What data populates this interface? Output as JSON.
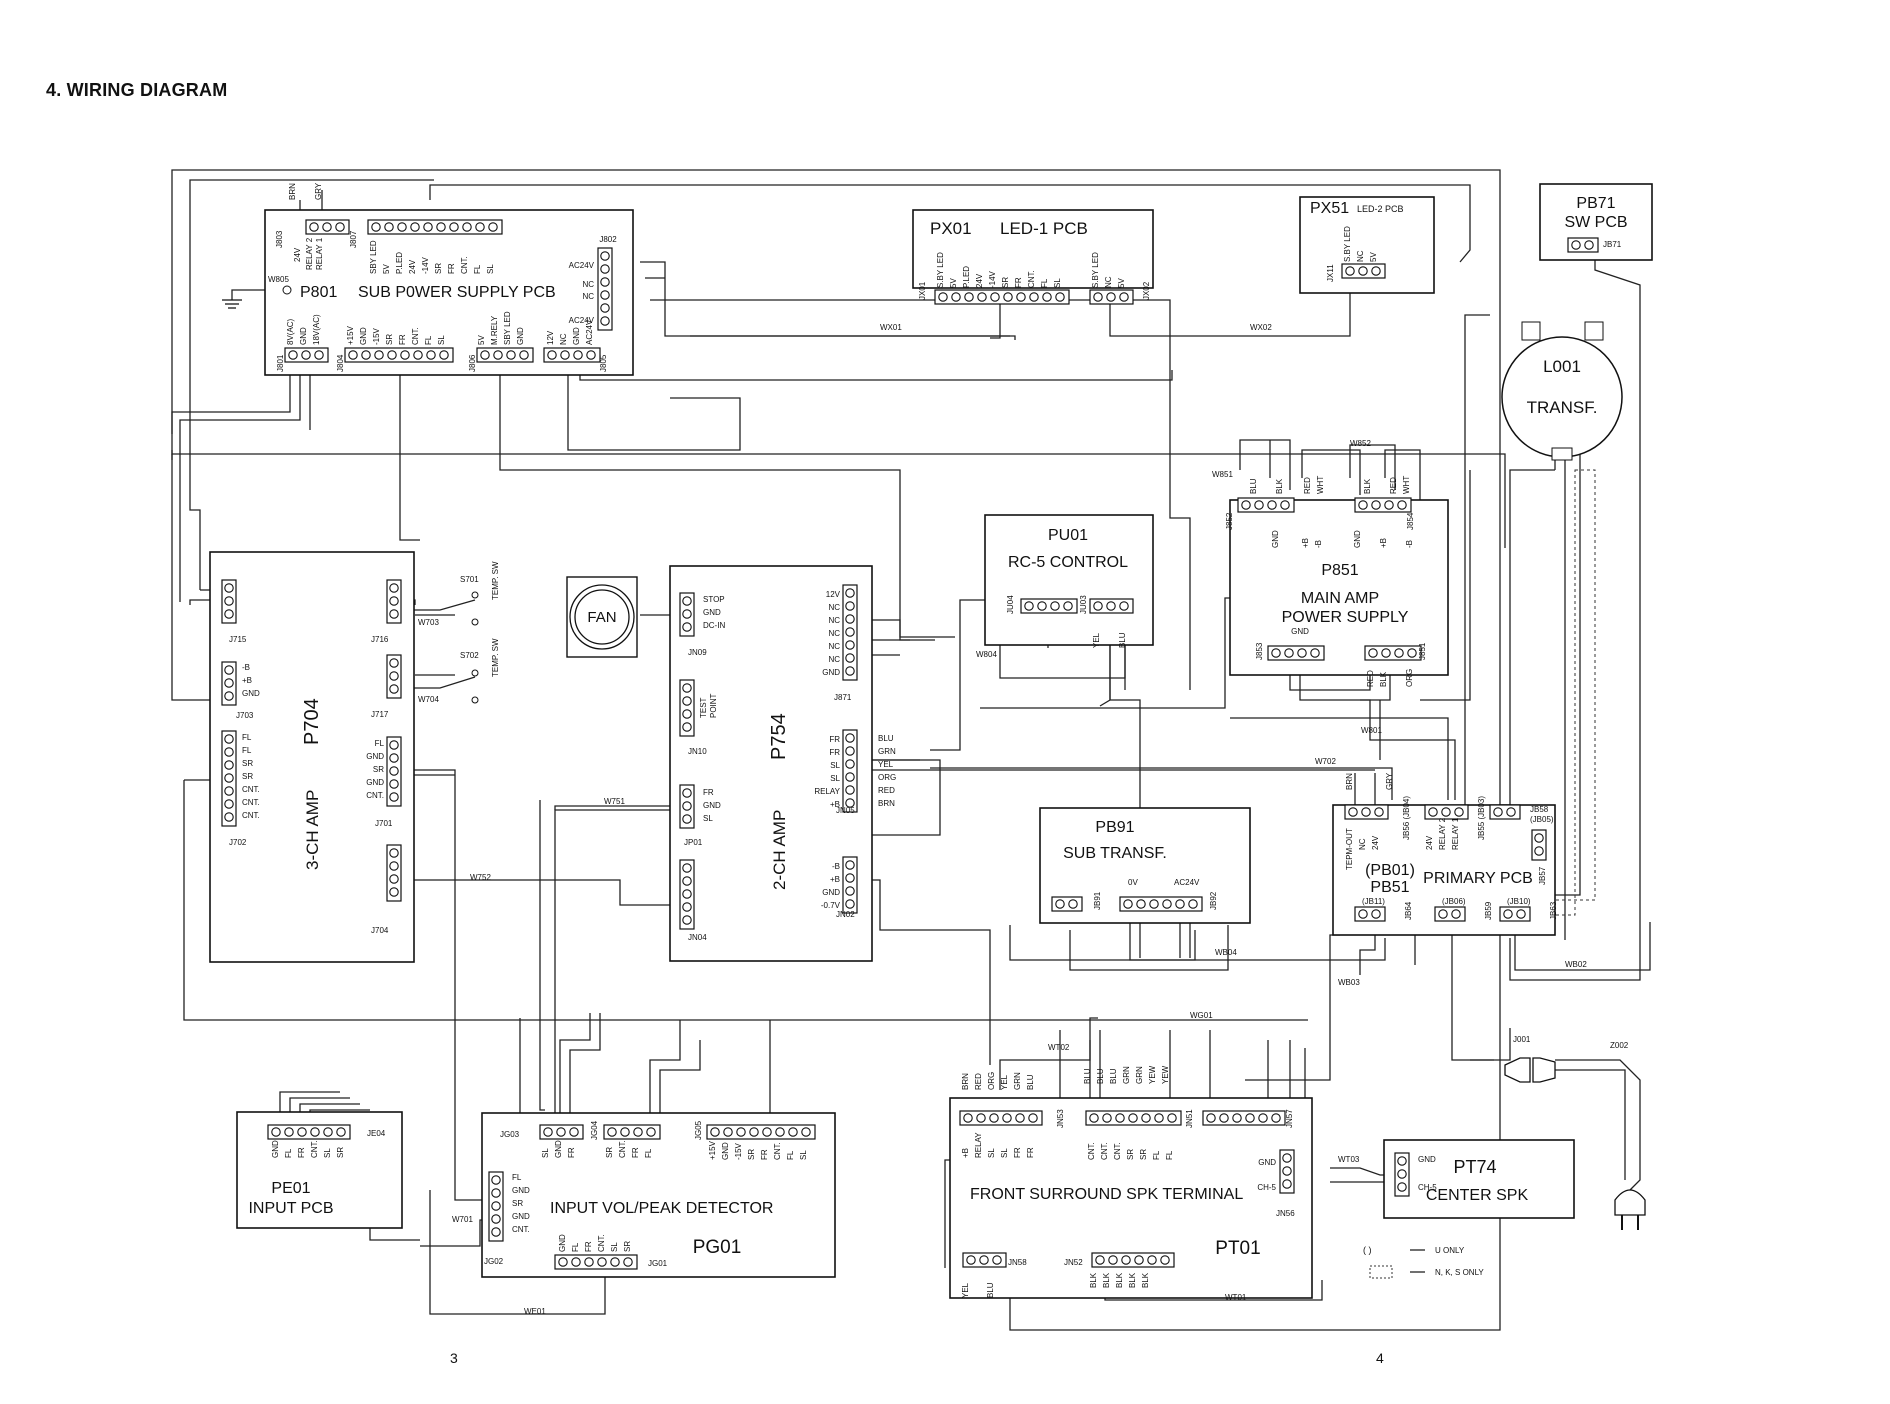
{
  "page": {
    "title": "4. WIRING DIAGRAM",
    "page_left": "3",
    "page_right": "4"
  },
  "boards": [
    {
      "id": "P801",
      "l1": "P801",
      "l2": "SUB P0WER SUPPLY PCB",
      "fs": 16
    },
    {
      "id": "PX01",
      "l1": "PX01",
      "l2": "LED-1  PCB",
      "fs": 17
    },
    {
      "id": "PX51",
      "l1": "PX51",
      "l2": "LED-2 PCB",
      "fs": 15
    },
    {
      "id": "PB71",
      "l1": "PB71",
      "l2": "SW PCB",
      "fs": 16
    },
    {
      "id": "L001",
      "l1": "L001",
      "l2": "TRANSF.",
      "fs": 17
    },
    {
      "id": "PU01",
      "l1": "PU01",
      "l2": "RC-5  CONTROL",
      "fs": 16
    },
    {
      "id": "P851",
      "l1": "P851",
      "l2": "MAIN  AMP",
      "l3": "POWER SUPPLY",
      "fs": 16
    },
    {
      "id": "P704",
      "l1": "P704",
      "l2": "3-CH   AMP",
      "fs": 18
    },
    {
      "id": "P754",
      "l1": "P754",
      "l2": "2-CH   AMP",
      "fs": 18
    },
    {
      "id": "PB91",
      "l1": "PB91",
      "l2": "SUB  TRANSF.",
      "fs": 16
    },
    {
      "id": "PB51",
      "l1": "(PB01)",
      "l2": "PB51",
      "l3": "PRIMARY PCB",
      "fs": 16
    },
    {
      "id": "PE01",
      "l1": "PE01",
      "l2": "INPUT   PCB",
      "fs": 16
    },
    {
      "id": "PG01",
      "l1": "INPUT    VOL/PEAK    DETECTOR",
      "l2": "PG01",
      "fs": 16
    },
    {
      "id": "PT01",
      "l1": "FRONT SURROUND   SPK TERMINAL",
      "l2": "PT01",
      "fs": 16
    },
    {
      "id": "PT74",
      "l1": "PT74",
      "l2": "CENTER   SPK",
      "fs": 17
    },
    {
      "id": "FAN",
      "l1": "FAN",
      "fs": 16
    }
  ],
  "connectors": [
    {
      "id": "J803",
      "pins": [
        "BRN",
        "24V",
        "RELAY 2",
        "RELAY 1",
        "GRY"
      ]
    },
    {
      "id": "J807",
      "pins": [
        "SBY LED",
        "5V",
        "P.LED",
        "24V",
        "-14V",
        "SR",
        "FR",
        "CNT.",
        "FL",
        "SL"
      ]
    },
    {
      "id": "J802",
      "pins": [
        "AC24V",
        "NC",
        "NC",
        "AC24V"
      ]
    },
    {
      "id": "J801",
      "pins": [
        "8V(AC)",
        "GND",
        "18V(AC)"
      ]
    },
    {
      "id": "J804",
      "pins": [
        "+15V",
        "GND",
        "-15V",
        "SR",
        "FR",
        "CNT.",
        "FL",
        "SL"
      ]
    },
    {
      "id": "J806",
      "pins": [
        "5V",
        "M.RELY",
        "SBY LED",
        "GND"
      ]
    },
    {
      "id": "J805",
      "pins": [
        "12V",
        "NC",
        "GND",
        "AC24V"
      ]
    },
    {
      "id": "W805",
      "pins": []
    },
    {
      "id": "JX01",
      "pins": [
        "S.BY LED",
        "5V",
        "P.LED",
        "24V",
        "-14V",
        "SR",
        "FR",
        "CNT.",
        "FL",
        "SL"
      ]
    },
    {
      "id": "JX02",
      "pins": [
        "S.BY LED",
        "NC",
        "5V"
      ]
    },
    {
      "id": "JX11",
      "pins": [
        "S.BY LED",
        "NC",
        "5V"
      ]
    },
    {
      "id": "JB71",
      "pins": []
    },
    {
      "id": "JU04",
      "pins": []
    },
    {
      "id": "JU03",
      "pins": [
        "YEL",
        "BLU"
      ]
    },
    {
      "id": "J852",
      "pins": [
        "BLU",
        "BLK",
        "RED",
        "WHT",
        "GND",
        "+B",
        "-B"
      ]
    },
    {
      "id": "J854",
      "pins": [
        "BLK",
        "RED",
        "WHT",
        "GND",
        "+B",
        "-B"
      ]
    },
    {
      "id": "J853",
      "pins": [
        "GND"
      ]
    },
    {
      "id": "J851",
      "pins": [
        "RED",
        "BLK",
        "ORG"
      ]
    },
    {
      "id": "J715",
      "pins": []
    },
    {
      "id": "J716",
      "pins": []
    },
    {
      "id": "J717",
      "pins": []
    },
    {
      "id": "J703",
      "pins": [
        "-B",
        "+B",
        "GND"
      ]
    },
    {
      "id": "J702",
      "pins": [
        "FL",
        "FL",
        "SR",
        "SR",
        "CNT.",
        "CNT.",
        "CNT."
      ]
    },
    {
      "id": "J701",
      "pins": [
        "FL",
        "GND",
        "SR",
        "GND",
        "CNT."
      ]
    },
    {
      "id": "J704",
      "pins": []
    },
    {
      "id": "S701",
      "pins": [
        "TEMP. SW"
      ]
    },
    {
      "id": "S702",
      "pins": [
        "TEMP. SW"
      ]
    },
    {
      "id": "JN09",
      "pins": [
        "STOP",
        "GND",
        "DC-IN"
      ]
    },
    {
      "id": "JN10",
      "pins": [
        "TEST",
        "POINT"
      ]
    },
    {
      "id": "JP01",
      "pins": [
        "FR",
        "GND",
        "SL"
      ]
    },
    {
      "id": "JN04",
      "pins": []
    },
    {
      "id": "J871",
      "pins": [
        "12V",
        "NC",
        "NC",
        "NC",
        "NC",
        "NC",
        "GND"
      ]
    },
    {
      "id": "JN05",
      "pins": [
        "FR",
        "FR",
        "SL",
        "SL",
        "RELAY",
        "+B"
      ]
    },
    {
      "id": "JN02",
      "pins": [
        "-B",
        "+B",
        "GND",
        "-0.7V"
      ]
    },
    {
      "id": "JB91",
      "pins": []
    },
    {
      "id": "JB92",
      "pins": [
        "0V",
        "AC24V"
      ]
    },
    {
      "id": "JB56",
      "pins": [
        "BRN",
        "GRY",
        "TEPM-OUT",
        "NC",
        "24V"
      ]
    },
    {
      "id": "JB55",
      "pins": [
        "24V",
        "RELAY 2",
        "RELAY 1"
      ]
    },
    {
      "id": "JB58",
      "pins": []
    },
    {
      "id": "JB57",
      "pins": []
    },
    {
      "id": "JB64",
      "pins": []
    },
    {
      "id": "JB59",
      "pins": []
    },
    {
      "id": "JB63",
      "pins": []
    },
    {
      "id": "JE04",
      "pins": [
        "GND",
        "FL",
        "FR",
        "CNT.",
        "SL",
        "SR"
      ]
    },
    {
      "id": "JG03",
      "pins": [
        "SL",
        "GND",
        "FR"
      ]
    },
    {
      "id": "JG04",
      "pins": [
        "SR",
        "CNT.",
        "FR",
        "FL"
      ]
    },
    {
      "id": "JG05",
      "pins": [
        "+15V",
        "GND",
        "-15V",
        "SR",
        "FR",
        "CNT.",
        "FL",
        "SL"
      ]
    },
    {
      "id": "JG02",
      "pins": [
        "FL",
        "GND",
        "SR",
        "GND",
        "CNT."
      ]
    },
    {
      "id": "JG01",
      "pins": [
        "GND",
        "FL",
        "FR",
        "CNT.",
        "SL",
        "SR"
      ]
    },
    {
      "id": "JN53",
      "pins": [
        "+B",
        "RELAY",
        "SL",
        "SL",
        "FR",
        "FR"
      ]
    },
    {
      "id": "JN51",
      "pins": [
        "CNT.",
        "CNT.",
        "CNT.",
        "SR",
        "SR",
        "FL",
        "FL"
      ]
    },
    {
      "id": "JN57",
      "pins": []
    },
    {
      "id": "JN56",
      "pins": [
        "GND",
        "CH-5"
      ]
    },
    {
      "id": "JN58",
      "pins": [
        "YEL",
        "BLU"
      ]
    },
    {
      "id": "JN52",
      "pins": [
        "BLK",
        "BLK",
        "BLK",
        "BLK",
        "BLK"
      ]
    },
    {
      "id": "J001",
      "pins": []
    },
    {
      "id": "Z002",
      "pins": []
    },
    {
      "id": "PT74-J",
      "pins": [
        "GND",
        "CH-5"
      ]
    }
  ],
  "wire_labels": [
    "WX01",
    "WX02",
    "W852",
    "W851",
    "W804",
    "W801",
    "W702",
    "W703",
    "W704",
    "W751",
    "W752",
    "W701",
    "WE01",
    "WG01",
    "WT02",
    "WT03",
    "WT01",
    "WB04",
    "WB03",
    "WB02"
  ],
  "labels": {
    "j871_pins": [
      "12V",
      "NC",
      "NC",
      "NC",
      "NC",
      "NC",
      "GND"
    ],
    "jn05_wires": [
      "BLU",
      "GRN",
      "YEL",
      "ORG",
      "RED",
      "BRN"
    ],
    "jn53_wires": [
      "BRN",
      "RED",
      "ORG",
      "YEL",
      "GRN",
      "BLU"
    ],
    "jn51_wires": [
      "BLU",
      "BLU",
      "BLU",
      "GRN",
      "GRN",
      "YEW",
      "YEW"
    ],
    "legend_u": "U   ONLY",
    "legend_nks": "N, K, S   ONLY",
    "paren": "(        )",
    "jb_alts": {
      "jb56": "JB56 (JB04)",
      "jb55": "JB55 (JB03)",
      "jb58": "JB58",
      "jb58b": "(JB05)",
      "jb11": "(JB11)",
      "jb06": "(JB06)",
      "jb10": "(JB10)"
    }
  }
}
